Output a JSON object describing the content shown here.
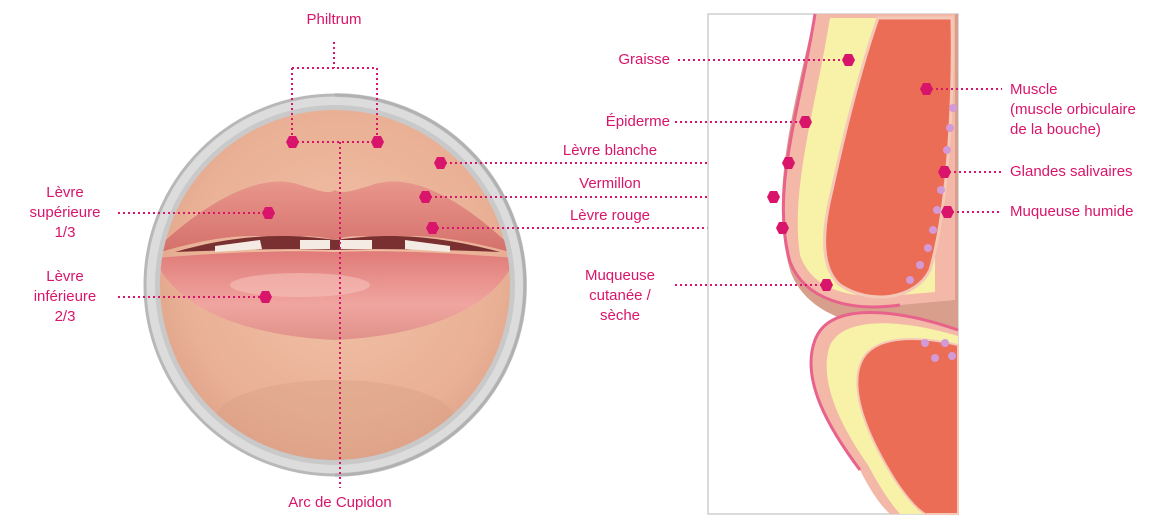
{
  "colors": {
    "accent": "#d8156b",
    "muscle": "#ec6d55",
    "fat": "#f7f2a8",
    "skin": "#f3b8a8",
    "mucosa_dots": "#d29ad6"
  },
  "labels": {
    "philtrum": "Philtrum",
    "arc_cupidon": "Arc de Cupidon",
    "levre_superieure": [
      "Lèvre",
      "supérieure",
      "1/3"
    ],
    "levre_inferieure": [
      "Lèvre",
      "inférieure",
      "2/3"
    ],
    "levre_blanche": "Lèvre blanche",
    "vermillon": "Vermillon",
    "levre_rouge": "Lèvre rouge",
    "graisse": "Graisse",
    "epiderme": "Épiderme",
    "muqueuse_cutanee": [
      "Muqueuse",
      "cutanée /",
      "sèche"
    ],
    "muscle": [
      "Muscle",
      "(muscle orbiculaire",
      "de la bouche)"
    ],
    "glandes_salivaires": "Glandes salivaires",
    "muqueuse_humide": "Muqueuse humide"
  }
}
